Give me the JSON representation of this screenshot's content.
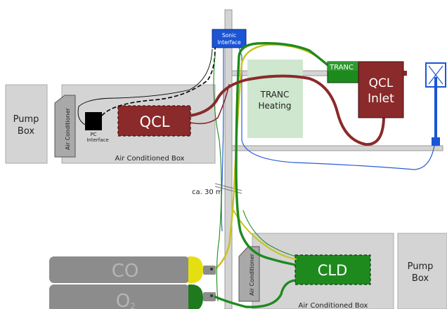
{
  "labels": {
    "pump_box_left": [
      "Pump",
      "Box"
    ],
    "pump_box_right": [
      "Pump",
      "Box"
    ],
    "air_conditioner_left": "Air Conditioner",
    "air_conditioner_right": "Air Conditioner",
    "qcl": "QCL",
    "pc_interface": [
      "PC",
      "Interface"
    ],
    "air_conditioned_box_top": "Air Conditioned Box",
    "air_conditioned_box_bottom": "Air Conditioned Box",
    "sonic_interface": [
      "Sonic",
      "Interface"
    ],
    "tranc_heating": [
      "TRANC",
      "Heating"
    ],
    "tranc": "TRANC",
    "qcl_inlet": [
      "QCL",
      "Inlet"
    ],
    "distance": "ca. 30 m",
    "cld": "CLD",
    "co_cylinder": "CO",
    "o2_cylinder": "O",
    "o2_subscript": "2"
  },
  "colors": {
    "box_gray": "#d4d4d4",
    "dark_gray": "#a9a9a9",
    "qcl_red": "#8a2a2a",
    "tranc_green": "#2e8b2e",
    "cld_green": "#1e8a1e",
    "sonic_blue": "#1b55d6",
    "heating_green": "#cfe6cf",
    "line_yellow": "#c9c21a",
    "line_blue": "#2a5bd8",
    "cylinder_gray": "#8c8c8c",
    "co_cap": "#e6df10",
    "o2_cap": "#1f7a1f"
  }
}
